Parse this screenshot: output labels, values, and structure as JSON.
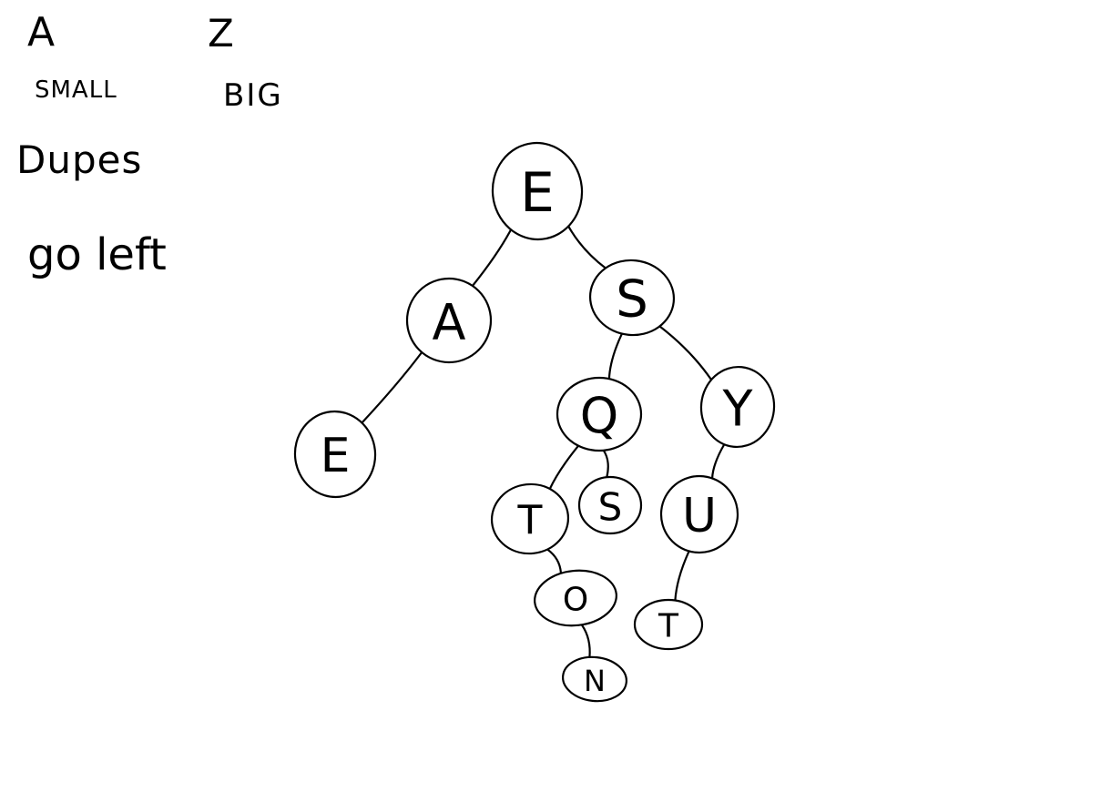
{
  "notes": {
    "left_end": "A",
    "right_end": "Z",
    "left_meaning": "SMALL",
    "right_meaning": "BIG",
    "rule_line1": "Dupes",
    "rule_line2": "go left"
  },
  "tree": {
    "nodes": [
      {
        "id": "n1",
        "label": "E"
      },
      {
        "id": "n2",
        "label": "A"
      },
      {
        "id": "n3",
        "label": "S"
      },
      {
        "id": "n4",
        "label": "E"
      },
      {
        "id": "n5",
        "label": "Q"
      },
      {
        "id": "n6",
        "label": "Y"
      },
      {
        "id": "n7",
        "label": "T"
      },
      {
        "id": "n8",
        "label": "S"
      },
      {
        "id": "n9",
        "label": "U"
      },
      {
        "id": "n10",
        "label": "O"
      },
      {
        "id": "n11",
        "label": "T"
      },
      {
        "id": "n12",
        "label": "N"
      }
    ],
    "edges": [
      {
        "from": "n1",
        "to": "n2"
      },
      {
        "from": "n1",
        "to": "n3"
      },
      {
        "from": "n2",
        "to": "n4"
      },
      {
        "from": "n3",
        "to": "n5"
      },
      {
        "from": "n3",
        "to": "n6"
      },
      {
        "from": "n5",
        "to": "n7"
      },
      {
        "from": "n5",
        "to": "n8"
      },
      {
        "from": "n6",
        "to": "n9"
      },
      {
        "from": "n7",
        "to": "n10"
      },
      {
        "from": "n9",
        "to": "n11"
      },
      {
        "from": "n10",
        "to": "n12"
      }
    ]
  }
}
